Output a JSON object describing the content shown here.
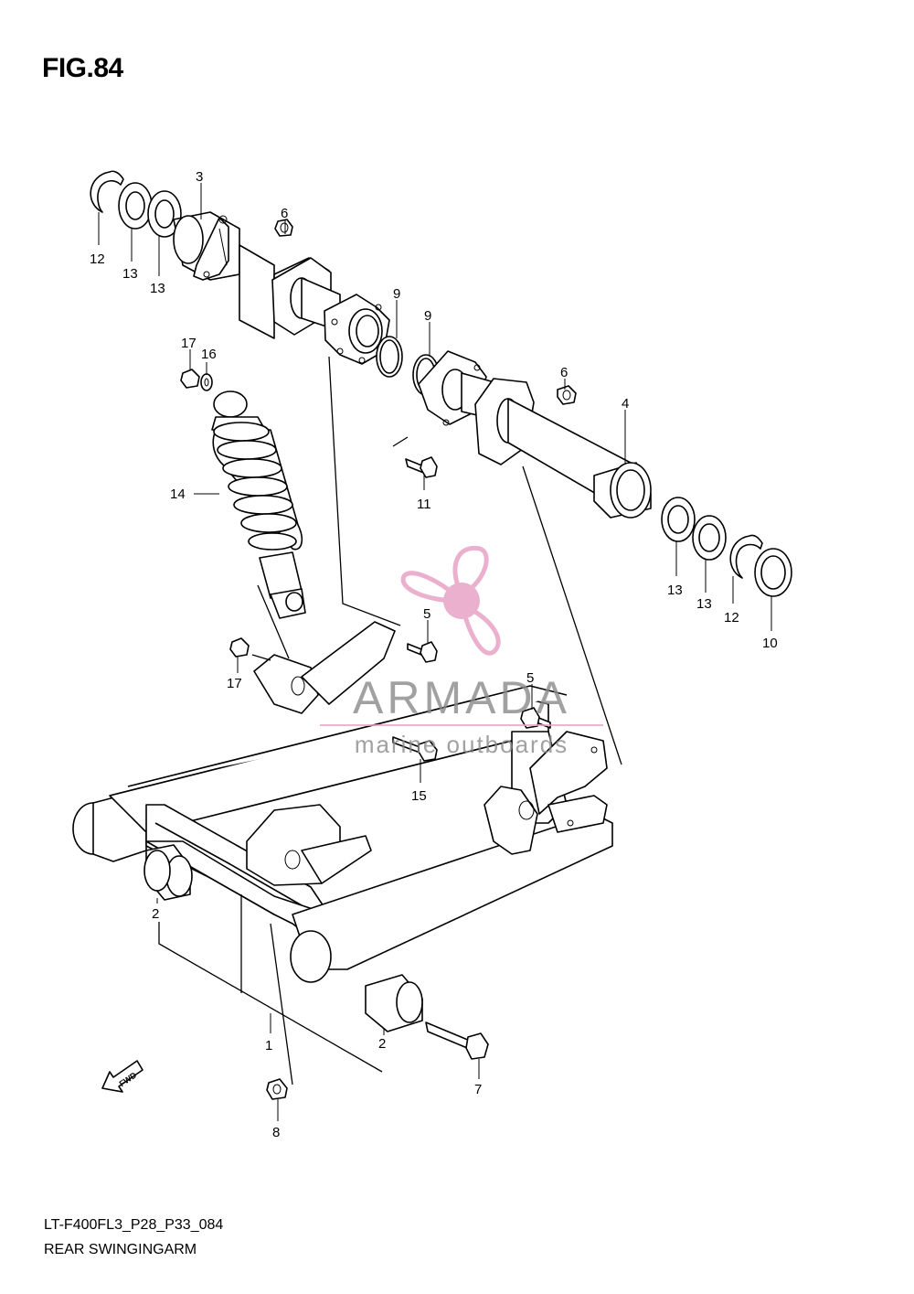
{
  "figure": {
    "title": "FIG.84",
    "code": "LT-F400FL3_P28_P33_084",
    "name": "REAR SWINGINGARM",
    "direction_badge": "FWD"
  },
  "watermark": {
    "brand": "ARMADA",
    "tagline": "marine outboards",
    "colors": {
      "logo": "#e7a3c6",
      "text": "#8a8a8a"
    }
  },
  "callouts": [
    {
      "id": "c3",
      "label": "3"
    },
    {
      "id": "c12a",
      "label": "12"
    },
    {
      "id": "c13a",
      "label": "13"
    },
    {
      "id": "c13b",
      "label": "13"
    },
    {
      "id": "c6a",
      "label": "6"
    },
    {
      "id": "c9a",
      "label": "9"
    },
    {
      "id": "c9b",
      "label": "9"
    },
    {
      "id": "c17a",
      "label": "17"
    },
    {
      "id": "c16",
      "label": "16"
    },
    {
      "id": "c6b",
      "label": "6"
    },
    {
      "id": "c4",
      "label": "4"
    },
    {
      "id": "c14",
      "label": "14"
    },
    {
      "id": "c11",
      "label": "11"
    },
    {
      "id": "c13c",
      "label": "13"
    },
    {
      "id": "c13d",
      "label": "13"
    },
    {
      "id": "c12b",
      "label": "12"
    },
    {
      "id": "c10",
      "label": "10"
    },
    {
      "id": "c5a",
      "label": "5"
    },
    {
      "id": "c17b",
      "label": "17"
    },
    {
      "id": "c5b",
      "label": "5"
    },
    {
      "id": "c15",
      "label": "15"
    },
    {
      "id": "c2a",
      "label": "2"
    },
    {
      "id": "c1",
      "label": "1"
    },
    {
      "id": "c2b",
      "label": "2"
    },
    {
      "id": "c7",
      "label": "7"
    },
    {
      "id": "c8",
      "label": "8"
    }
  ]
}
